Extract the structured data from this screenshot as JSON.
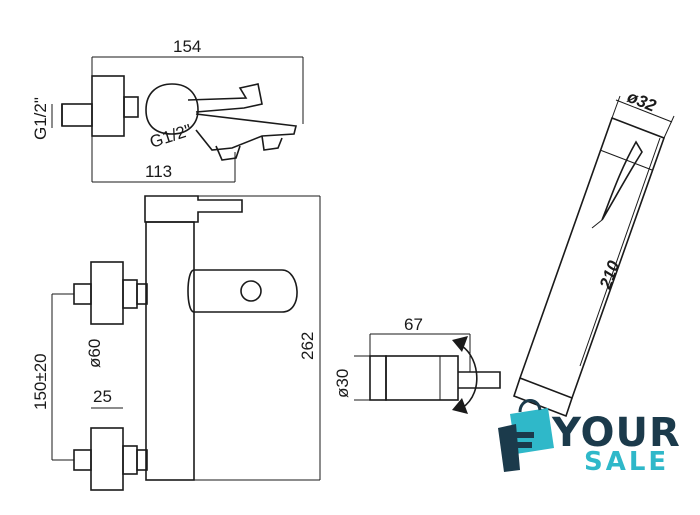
{
  "dimensions": {
    "top_width": "154",
    "top_thread_left": "G1/2\"",
    "top_thread_spout": "G1/2\"",
    "top_depth": "113",
    "height_total": "262",
    "center_distance": "150±20",
    "flange_diameter": "ø60",
    "inlet_length": "25",
    "handle_diameter": "ø32",
    "handle_length": "210",
    "holder_length": "67",
    "holder_diameter": "ø30"
  },
  "logo": {
    "word_top": "YOUR",
    "word_bottom": "SALE",
    "colors": {
      "dark": "#1b3a4b",
      "accent": "#2fb8c9"
    },
    "icon": "shopping-bag-hand-icon"
  }
}
